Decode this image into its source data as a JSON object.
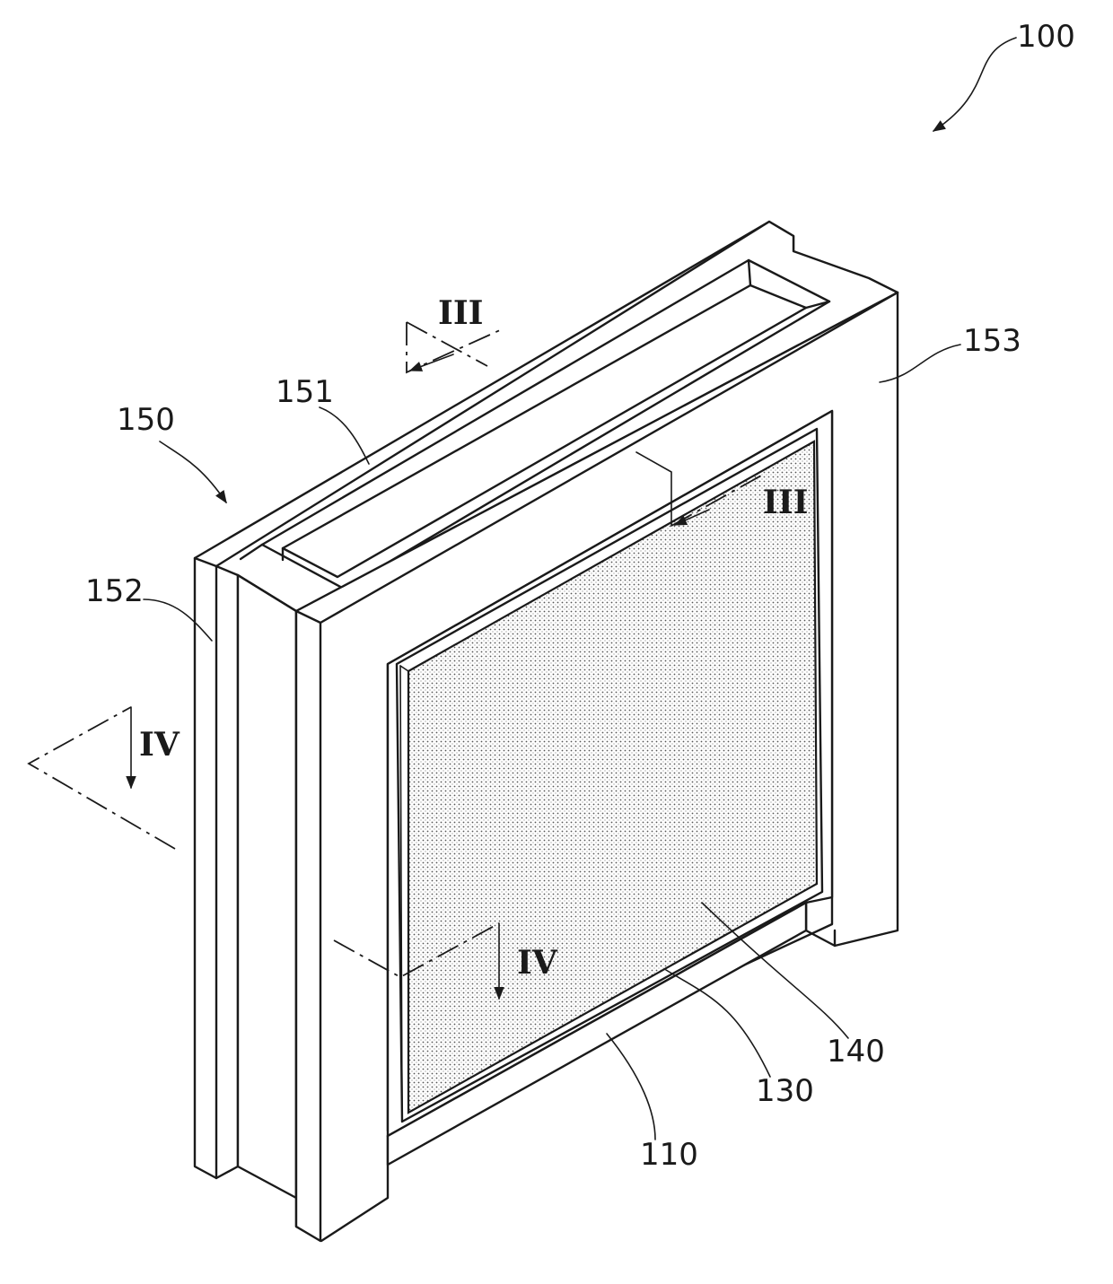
{
  "labels": {
    "device": "100",
    "frame": "150",
    "top_rail": "151",
    "side_rail": "152",
    "front_frame": "153",
    "base": "110",
    "layer": "130",
    "panel": "140"
  },
  "section_marks": {
    "section_a": "III",
    "section_b": "IV"
  }
}
